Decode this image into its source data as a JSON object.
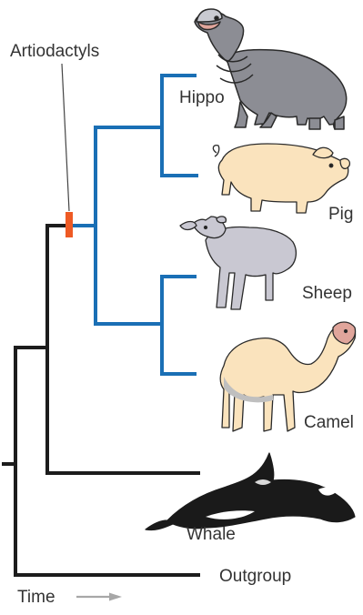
{
  "title": "",
  "marker_label": "Artiodactyls",
  "taxa": [
    {
      "name": "Hippo",
      "group": "artiodactyl"
    },
    {
      "name": "Pig",
      "group": "artiodactyl"
    },
    {
      "name": "Sheep",
      "group": "artiodactyl"
    },
    {
      "name": "Camel",
      "group": "artiodactyl"
    },
    {
      "name": "Whale",
      "group": "other"
    },
    {
      "name": "Outgroup",
      "group": "other"
    }
  ],
  "axis": {
    "label": "Time"
  },
  "colors": {
    "artiodactyl_branch": "#1a6fb5",
    "other_branch": "#1c1c1c",
    "marker": "#ee5a24",
    "arrow": "#a7a7a7",
    "label": "#333333"
  },
  "icons": [
    "hippo-illustration",
    "pig-illustration",
    "sheep-illustration",
    "camel-illustration",
    "whale-illustration"
  ]
}
